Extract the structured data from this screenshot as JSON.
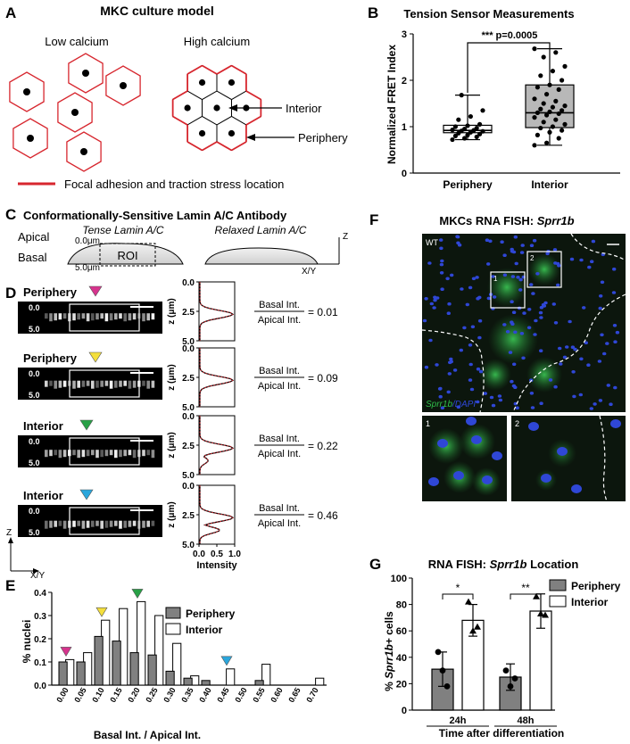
{
  "panel_letters": [
    "A",
    "B",
    "C",
    "D",
    "E",
    "F",
    "G"
  ],
  "panel_a": {
    "title": "MKC culture model",
    "low_label": "Low calcium",
    "high_label": "High calcium",
    "interior_label": "Interior",
    "periphery_label": "Periphery",
    "legend_label": "Focal adhesion and traction stress location",
    "edge_color": "#d7262e"
  },
  "panel_c": {
    "title": "Conformationally-Sensitive Lamin A/C Antibody",
    "apical": "Apical",
    "basal": "Basal",
    "tense": "Tense Lamin A/C",
    "relaxed": "Relaxed Lamin A/C",
    "top_depth": "0.0μm",
    "bottom_depth": "5.0μm",
    "roi": "ROI",
    "axis_z": "Z",
    "axis_xy": "X/Y"
  },
  "panel_d": {
    "rows": [
      {
        "label": "Periphery",
        "arrow_color": "#d6338d",
        "ratio": "= 0.01"
      },
      {
        "label": "Periphery",
        "arrow_color": "#f4df3c",
        "ratio": "= 0.09"
      },
      {
        "label": "Interior",
        "arrow_color": "#27a046",
        "ratio": "= 0.22"
      },
      {
        "label": "Interior",
        "arrow_color": "#2aa6dc",
        "ratio": "= 0.46"
      }
    ],
    "img_top": "0.0",
    "img_bottom": "5.0",
    "y_ticks": [
      "0.0",
      "2.5",
      "5.0"
    ],
    "y_label": "z (μm)",
    "x_ticks": [
      "0.0",
      "0.5",
      "1.0"
    ],
    "x_label": "Intensity",
    "numerator": "Basal Int.",
    "denominator": "Apical Int.",
    "axis_z": "Z",
    "axis_xy": "X/Y"
  },
  "panel_f": {
    "title_prefix": "MKCs RNA FISH: ",
    "title_gene": "Sprr1b",
    "wt": "WT",
    "legend_gene": "Sprr1b",
    "legend_rest": "/DAPI",
    "box1": "1",
    "box2": "2",
    "inset1": "1",
    "inset2": "2",
    "colors": {
      "dapi": "#2f47d6",
      "sprr1b": "#2fbf4a"
    }
  },
  "chart_data": [
    {
      "id": "B",
      "type": "box",
      "title": "Tension Sensor Measurements",
      "ylabel": "Normalized FRET Index",
      "categories": [
        "Periphery",
        "Interior"
      ],
      "ylim": [
        0,
        3
      ],
      "yticks": [
        "0",
        "1",
        "2",
        "3"
      ],
      "boxes": [
        {
          "name": "Periphery",
          "min": 0.72,
          "q1": 0.87,
          "median": 0.92,
          "q3": 1.03,
          "max": 1.68,
          "color": "#ffffff",
          "points": [
            0.72,
            0.75,
            0.78,
            0.8,
            0.82,
            0.84,
            0.86,
            0.88,
            0.9,
            0.91,
            0.92,
            0.93,
            0.95,
            0.97,
            1.0,
            1.02,
            1.05,
            1.15,
            1.22,
            1.35,
            1.68
          ]
        },
        {
          "name": "Interior",
          "min": 0.6,
          "q1": 0.98,
          "median": 1.3,
          "q3": 1.9,
          "max": 2.68,
          "color": "#b8b8b8",
          "points": [
            0.6,
            0.65,
            0.75,
            0.82,
            0.88,
            0.92,
            0.97,
            1.0,
            1.05,
            1.1,
            1.15,
            1.2,
            1.25,
            1.28,
            1.3,
            1.32,
            1.35,
            1.38,
            1.42,
            1.45,
            1.5,
            1.55,
            1.6,
            1.7,
            1.8,
            1.85,
            1.9,
            2.0,
            2.1,
            2.2,
            2.3,
            2.5,
            2.6,
            2.68
          ]
        }
      ],
      "significance": "*** p=0.0005"
    },
    {
      "id": "E",
      "type": "bar",
      "ylabel": "% nuclei",
      "xlabel": "Basal Int. / Apical Int.",
      "ylim": [
        0,
        0.4
      ],
      "yticks": [
        "0.0",
        "0.1",
        "0.2",
        "0.3",
        "0.4"
      ],
      "categories": [
        "0.00",
        "0.05",
        "0.10",
        "0.15",
        "0.20",
        "0.25",
        "0.30",
        "0.35",
        "0.40",
        "0.45",
        "0.50",
        "0.55",
        "0.60",
        "0.65",
        "0.70"
      ],
      "series": [
        {
          "name": "Periphery",
          "color": "#808080",
          "values": [
            0.1,
            0.1,
            0.21,
            0.19,
            0.14,
            0.13,
            0.06,
            0.03,
            0.02,
            0.0,
            0.0,
            0.02,
            0.0,
            0.0,
            0.0
          ]
        },
        {
          "name": "Interior",
          "color": "#ffffff",
          "values": [
            0.11,
            0.14,
            0.28,
            0.33,
            0.36,
            0.3,
            0.18,
            0.04,
            0.0,
            0.07,
            0.0,
            0.09,
            0.0,
            0.0,
            0.03
          ]
        }
      ],
      "markers": [
        {
          "category": "0.00",
          "color": "#d6338d"
        },
        {
          "category": "0.10",
          "color": "#f4df3c"
        },
        {
          "category": "0.20",
          "color": "#27a046"
        },
        {
          "category": "0.45",
          "color": "#2aa6dc"
        }
      ]
    },
    {
      "id": "G",
      "type": "bar",
      "title_prefix": "RNA FISH: ",
      "title_gene": "Sprr1b",
      "title_suffix": " Location",
      "ylabel_prefix": "% ",
      "ylabel_gene": "Sprr1b",
      "ylabel_suffix": "+ cells",
      "xlabel": "Time after differentiation",
      "categories": [
        "24h",
        "48h"
      ],
      "ylim": [
        0,
        100
      ],
      "yticks": [
        "0",
        "20",
        "40",
        "60",
        "80",
        "100"
      ],
      "series": [
        {
          "name": "Periphery",
          "color": "#808080",
          "values": [
            31,
            25
          ],
          "err": [
            13,
            10
          ],
          "points": [
            [
              44,
              30,
              18
            ],
            [
              30,
              18,
              24
            ]
          ]
        },
        {
          "name": "Interior",
          "color": "#ffffff",
          "values": [
            68,
            75
          ],
          "err": [
            12,
            13
          ],
          "points": [
            [
              82,
              60,
              63
            ],
            [
              86,
              73,
              72
            ]
          ]
        }
      ],
      "significance": [
        "*",
        "**"
      ]
    }
  ]
}
